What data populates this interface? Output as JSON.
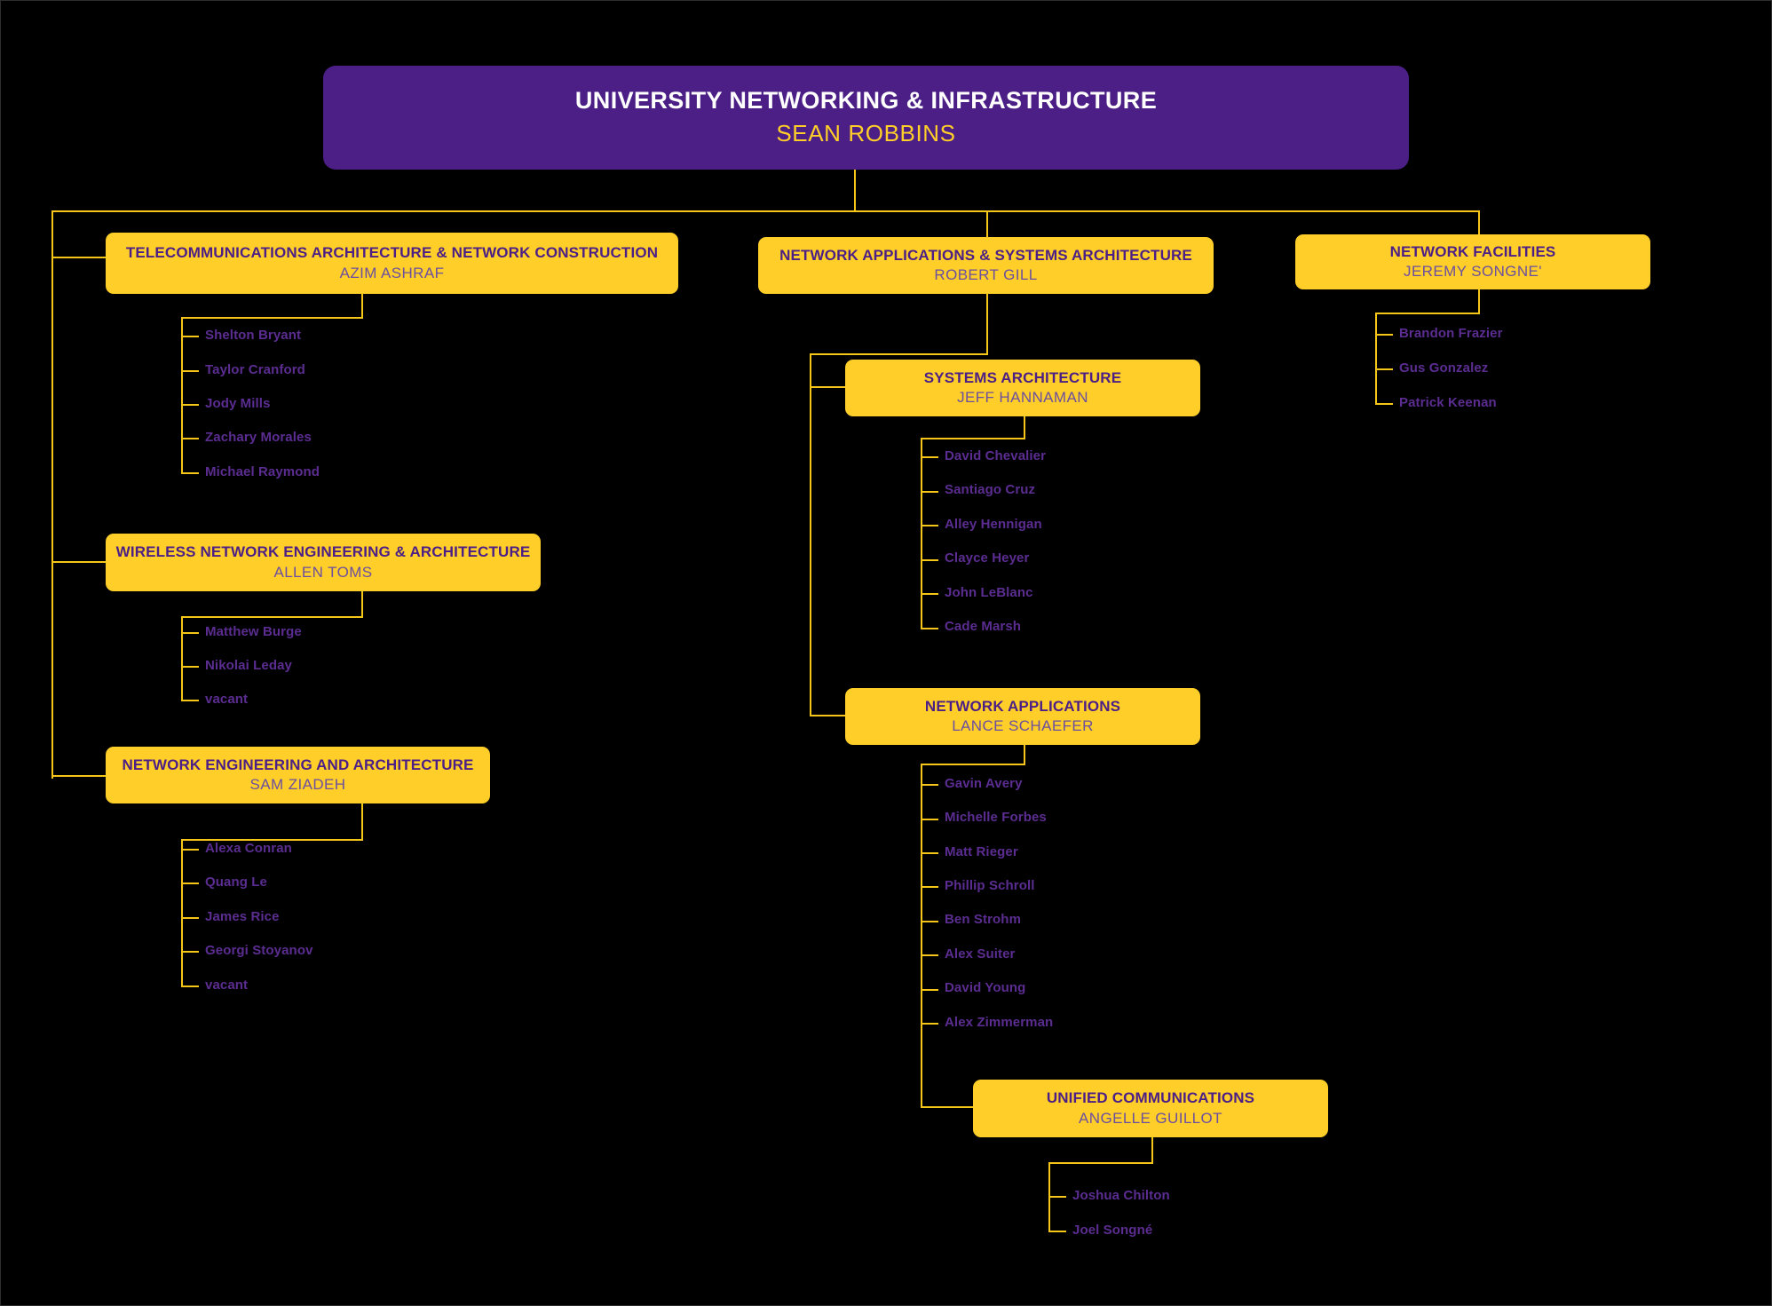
{
  "chart_data": {
    "type": "org-chart",
    "title": "UNIVERSITY NETWORKING & INFRASTRUCTURE",
    "colors": {
      "background": "#000000",
      "root_box": "#4B1F86",
      "dept_box": "#FFCE28",
      "connector": "#F5C518",
      "root_title_text": "#FFFFFF",
      "root_person_text": "#FFCE28",
      "dept_title_text": "#4B1F86",
      "dept_person_text": "#6B4FA0",
      "staff_text": "#5B2D91"
    }
  },
  "root": {
    "title": "UNIVERSITY NETWORKING & INFRASTRUCTURE",
    "person": "SEAN ROBBINS"
  },
  "branches": [
    {
      "id": "telecom",
      "title": "TELECOMMUNICATIONS ARCHITECTURE & NETWORK CONSTRUCTION",
      "person": "AZIM ASHRAF",
      "staff": [
        "Shelton Bryant",
        "Taylor Cranford",
        "Jody Mills",
        "Zachary Morales",
        "Michael Raymond"
      ]
    },
    {
      "id": "wireless",
      "title": "WIRELESS NETWORK ENGINEERING & ARCHITECTURE",
      "person": "ALLEN TOMS",
      "staff": [
        "Matthew Burge",
        "Nikolai Leday",
        "vacant"
      ]
    },
    {
      "id": "netengarch",
      "title": "NETWORK ENGINEERING AND ARCHITECTURE",
      "person": "SAM ZIADEH",
      "staff": [
        "Alexa Conran",
        "Quang Le",
        "James Rice",
        "Georgi Stoyanov",
        "vacant"
      ]
    },
    {
      "id": "netappsys",
      "title": "NETWORK APPLICATIONS & SYSTEMS ARCHITECTURE",
      "person": "ROBERT GILL",
      "staff": []
    },
    {
      "id": "sysarch",
      "title": "SYSTEMS ARCHITECTURE",
      "person": "JEFF HANNAMAN",
      "staff": [
        "David Chevalier",
        "Santiago Cruz",
        "Alley Hennigan",
        "Clayce Heyer",
        "John LeBlanc",
        "Cade Marsh"
      ]
    },
    {
      "id": "netapps",
      "title": "NETWORK APPLICATIONS",
      "person": "LANCE SCHAEFER",
      "staff": [
        "Gavin Avery",
        "Michelle Forbes",
        "Matt Rieger",
        "Phillip Schroll",
        "Ben Strohm",
        "Alex Suiter",
        "David Young",
        "Alex Zimmerman"
      ]
    },
    {
      "id": "unifiedcomm",
      "title": "UNIFIED COMMUNICATIONS",
      "person": "ANGELLE GUILLOT",
      "staff": [
        "Joshua Chilton",
        "Joel Songné"
      ]
    },
    {
      "id": "netfac",
      "title": "NETWORK FACILITIES",
      "person": "JEREMY SONGNE'",
      "staff": [
        "Brandon Frazier",
        "Gus Gonzalez",
        "Patrick Keenan"
      ]
    }
  ]
}
